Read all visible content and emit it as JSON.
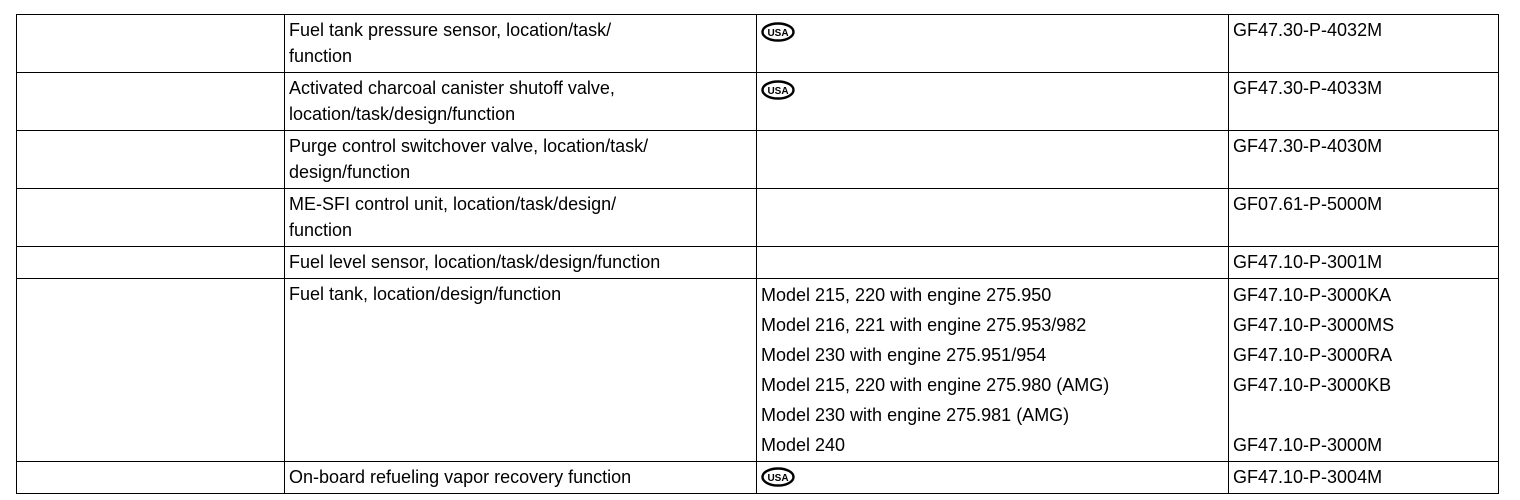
{
  "rows": [
    {
      "title": "Fuel tank pressure sensor, location/task/ function",
      "title_lines": [
        "Fuel tank pressure sensor, location/task/",
        "function"
      ],
      "note_icon": "usa-icon",
      "doc": "GF47.30-P-4032M"
    },
    {
      "title": "Activated charcoal canister shutoff valve, location/task/design/function",
      "title_lines": [
        "Activated charcoal canister shutoff valve,",
        "location/task/design/function"
      ],
      "note_icon": "usa-icon",
      "doc": "GF47.30-P-4033M"
    },
    {
      "title": "Purge control switchover valve, location/task/ design/function",
      "title_lines": [
        "Purge control switchover valve, location/task/",
        "design/function"
      ],
      "note_icon": "",
      "doc": "GF47.30-P-4030M"
    },
    {
      "title": "ME-SFI control unit, location/task/design/ function",
      "title_lines": [
        "ME-SFI control unit, location/task/design/",
        "function"
      ],
      "note_icon": "",
      "doc": "GF07.61-P-5000M"
    },
    {
      "title_lines": [
        "Fuel level sensor, location/task/design/function"
      ],
      "note_icon": "",
      "doc": "GF47.10-P-3001M"
    },
    {
      "title_lines": [
        "Fuel tank, location/design/function"
      ],
      "variants": [
        {
          "model": "Model 215, 220 with engine 275.950",
          "doc": "GF47.10-P-3000KA"
        },
        {
          "model": "Model 216, 221 with engine 275.953/982",
          "doc": "GF47.10-P-3000MS"
        },
        {
          "model": "Model 230 with engine 275.951/954",
          "doc": "GF47.10-P-3000RA"
        },
        {
          "model": "Model 215, 220 with engine 275.980 (AMG)",
          "doc": "GF47.10-P-3000KB"
        },
        {
          "model": "Model 230 with engine 275.981 (AMG)",
          "doc": ""
        },
        {
          "model": "Model 240",
          "doc": "GF47.10-P-3000M"
        }
      ]
    },
    {
      "title_lines": [
        "On-board refueling vapor recovery function"
      ],
      "note_icon": "usa-icon",
      "doc": "GF47.10-P-3004M"
    }
  ],
  "icons": {
    "usa-icon": {
      "label": "USA",
      "color": "#000000"
    }
  }
}
